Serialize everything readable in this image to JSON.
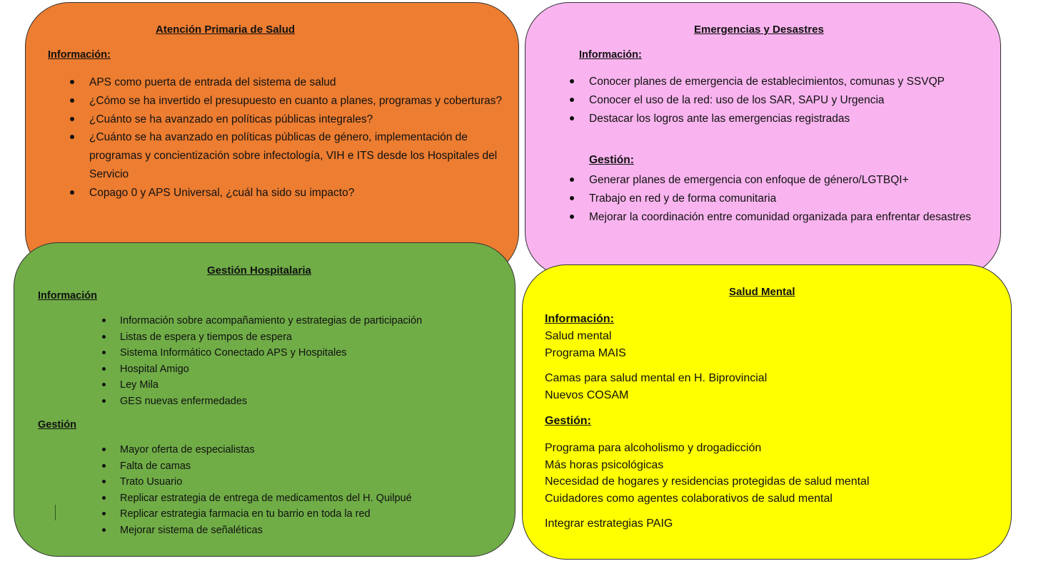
{
  "aps": {
    "title": "Atención Primaria de Salud",
    "info_label": "Información:",
    "items": [
      "APS como puerta de entrada del sistema de salud",
      "¿Cómo se ha invertido el presupuesto en cuanto a planes, programas y coberturas?",
      "¿Cuánto se ha avanzado en políticas públicas integrales?",
      "¿Cuánto se ha avanzado en políticas públicas de género, implementación de programas y concientización sobre infectología, VIH e ITS desde los Hospitales del Servicio",
      "Copago 0 y APS Universal, ¿cuál ha sido su impacto?"
    ]
  },
  "emergencias": {
    "title": "Emergencias y Desastres",
    "info_label": "Información:",
    "info_items": [
      "Conocer planes de emergencia de establecimientos, comunas y SSVQP",
      "Conocer el uso de la red: uso de los SAR, SAPU y Urgencia",
      "Destacar los logros ante las emergencias registradas"
    ],
    "gestion_label": "Gestión:",
    "gestion_items": [
      "Generar planes de emergencia con enfoque de género/LGTBQI+",
      "Trabajo en red y de forma comunitaria",
      "Mejorar la coordinación entre comunidad organizada para enfrentar desastres"
    ]
  },
  "hospitalaria": {
    "title": "Gestión Hospitalaria",
    "info_label": "Información",
    "info_items": [
      "Información sobre acompañamiento y estrategias de participación",
      "Listas de espera y tiempos de espera",
      "Sistema Informático Conectado APS y Hospitales",
      "Hospital Amigo",
      "Ley Mila",
      "GES nuevas enfermedades"
    ],
    "gestion_label": "Gestión",
    "gestion_items": [
      "Mayor oferta de especialistas",
      "Falta de camas",
      "Trato Usuario",
      "Replicar estrategia de entrega de medicamentos del H. Quilpué",
      "Replicar estrategia farmacia en tu barrio en toda la red",
      "Mejorar sistema de señaléticas"
    ]
  },
  "salud_mental": {
    "title": "Salud Mental",
    "info_label": "Información:",
    "info_lines": [
      "Salud mental",
      "Programa MAIS"
    ],
    "info_lines2": [
      "Camas para salud mental en H. Biprovincial",
      "Nuevos COSAM"
    ],
    "gestion_label": "Gestión:",
    "gestion_lines": [
      "Programa para alcoholismo y drogadicción",
      "Más horas psicológicas",
      "Necesidad de hogares y residencias protegidas de salud mental",
      "Cuidadores como agentes colaborativos de salud mental"
    ],
    "gestion_lines2": [
      "Integrar estrategias PAIG"
    ]
  }
}
